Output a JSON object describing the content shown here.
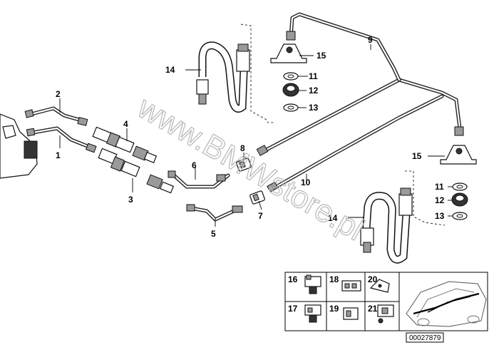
{
  "callouts": {
    "c1": "1",
    "c2": "2",
    "c3": "3",
    "c4": "4",
    "c5": "5",
    "c6": "6",
    "c7": "7",
    "c8": "8",
    "c9": "9",
    "c10": "10",
    "c11a": "11",
    "c12a": "12",
    "c13a": "13",
    "c14a": "14",
    "c15a": "15",
    "c11b": "11",
    "c12b": "12",
    "c13b": "13",
    "c14b": "14",
    "c15b": "15"
  },
  "thumbnails": [
    {
      "label": "16"
    },
    {
      "label": "18"
    },
    {
      "label": "20"
    },
    {
      "label": "17"
    },
    {
      "label": "19"
    },
    {
      "label": "21"
    }
  ],
  "watermark": "www.BMWstore.pl",
  "reference_number": "00027879"
}
